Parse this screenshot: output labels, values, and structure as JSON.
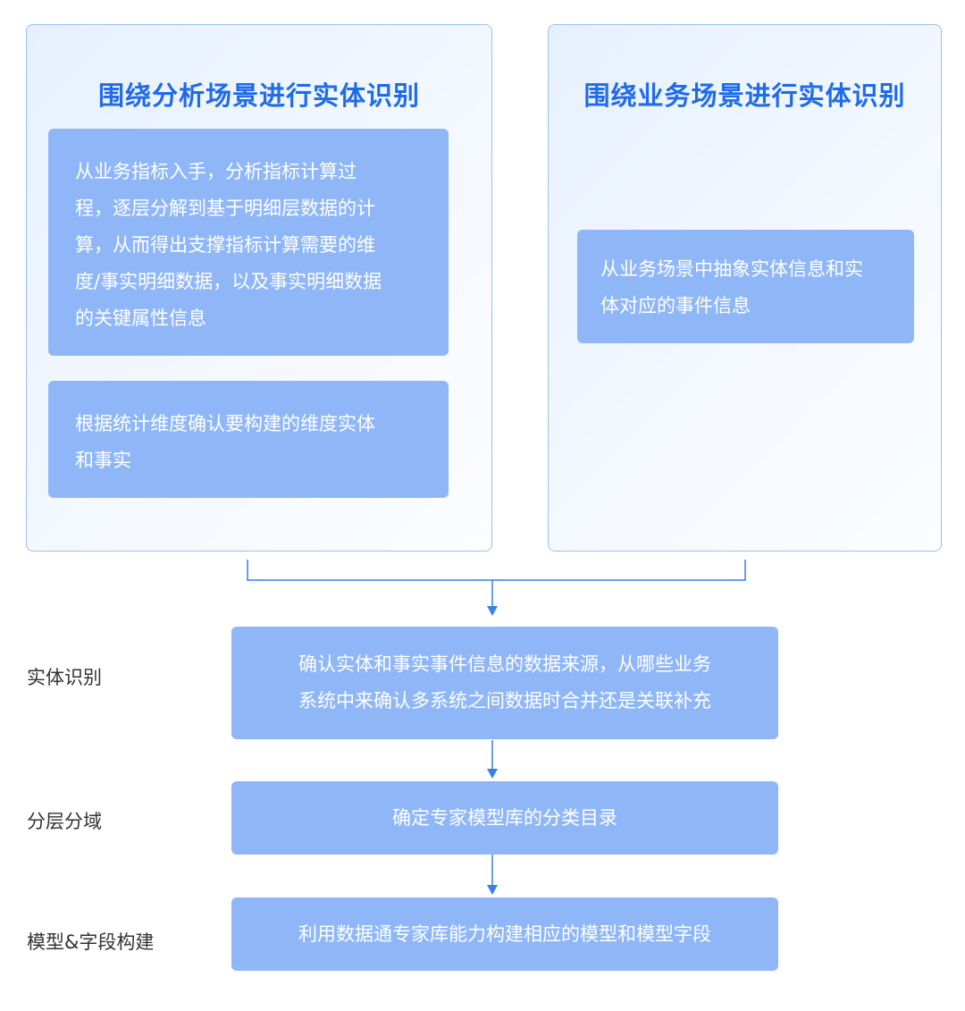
{
  "left_panel": {
    "title": "围绕分析场景进行实体识别",
    "cards": [
      {
        "lines": [
          "从业务指标入手，分析指标计算过",
          "程，逐层分解到基于明细层数据的计",
          "算，从而得出支撑指标计算需要的维",
          "度/事实明细数据，以及事实明细数据",
          "的关键属性信息"
        ]
      },
      {
        "lines": [
          "根据统计维度确认要构建的维度实体",
          "和事实"
        ]
      }
    ]
  },
  "right_panel": {
    "title": "围绕业务场景进行实体识别",
    "cards": [
      {
        "lines": [
          "从业务场景中抽象实体信息和实",
          "体对应的事件信息"
        ]
      }
    ]
  },
  "steps": [
    {
      "label": "实体识别",
      "lines": [
        "确认实体和事实事件信息的数据来源，从哪些业务",
        "系统中来确认多系统之间数据时合并还是关联补充"
      ]
    },
    {
      "label": "分层分域",
      "lines": [
        "确定专家模型库的分类目录"
      ]
    },
    {
      "label": "模型&字段构建",
      "lines": [
        "利用数据通专家库能力构建相应的模型和模型字段"
      ]
    }
  ],
  "colors": {
    "title": "#1f6bea",
    "card": "#8fb7f8",
    "border": "#9cc0f2",
    "connector": "#3b7fe8"
  }
}
